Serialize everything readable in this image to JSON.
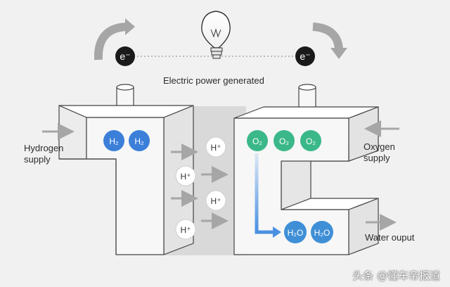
{
  "labels": {
    "electric_power": "Electric power generated",
    "hydrogen_supply": "Hydrogen\nsupply",
    "oxygen_supply": "Oxygen\nsupply",
    "water_output": "Water ouput",
    "electron": "e⁻",
    "h2": "H₂",
    "h_plus": "H⁺",
    "o2": "O₂",
    "h2o": "H₂O"
  },
  "watermark": "头条 @懂车帝报道",
  "colors": {
    "background": "#f1f1f1",
    "block_face": "#f7f7f7",
    "block_side": "#e3e3e3",
    "membrane": "#d9d9d9",
    "h2_blue": "#3b7fd9",
    "o2_green": "#3bb88a",
    "h2o_blue": "#3f8fd6",
    "electron_black": "#1a1a1a",
    "arrow_gray": "#a6a6a6",
    "flow_blue": "#4a90e2"
  }
}
